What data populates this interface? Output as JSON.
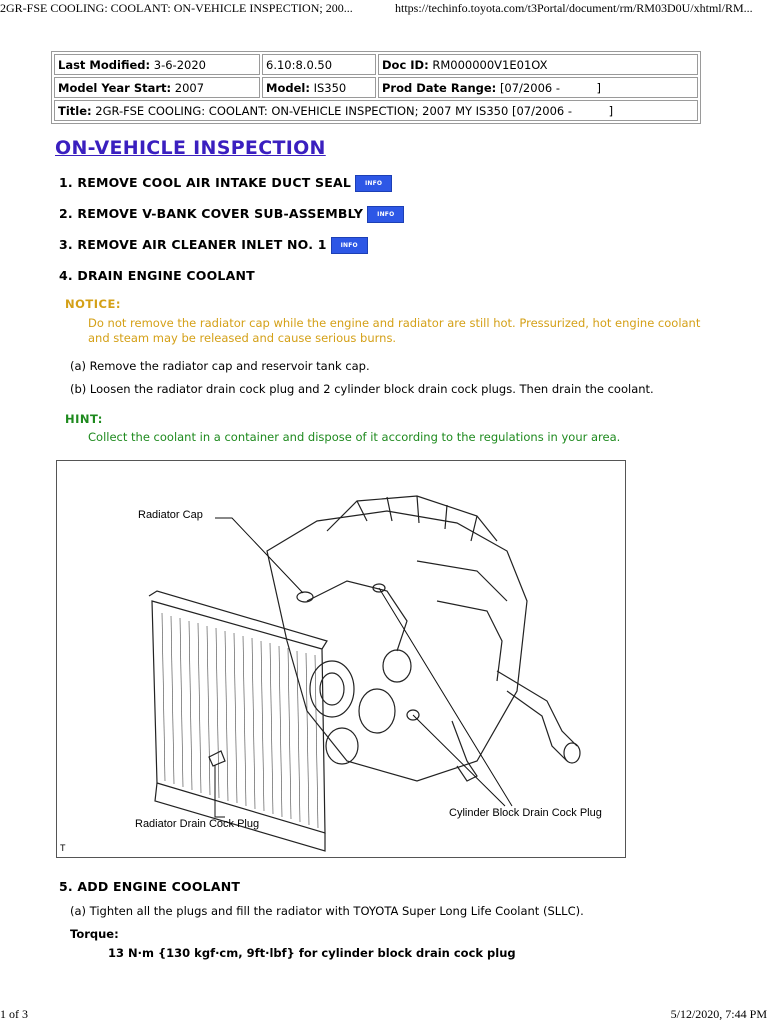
{
  "browser": {
    "header_title": "2GR-FSE COOLING: COOLANT: ON-VEHICLE INSPECTION; 200...",
    "header_url": "https://techinfo.toyota.com/t3Portal/document/rm/RM03D0U/xhtml/RM...",
    "footer_page": "1 of 3",
    "footer_datetime": "5/12/2020, 7:44 PM"
  },
  "meta": {
    "last_modified_label": "Last Modified:",
    "last_modified_value": "3-6-2020",
    "version": "6.10:8.0.50",
    "doc_id_label": "Doc ID:",
    "doc_id_value": "RM000000V1E01OX",
    "model_year_label": "Model Year Start:",
    "model_year_value": "2007",
    "model_label": "Model:",
    "model_value": "IS350",
    "prod_date_label": "Prod Date Range:",
    "prod_date_value": "[07/2006 -          ]",
    "title_label": "Title:",
    "title_value": "2GR-FSE COOLING: COOLANT: ON-VEHICLE INSPECTION; 2007 MY IS350 [07/2006 -          ]"
  },
  "page_title": "ON-VEHICLE INSPECTION",
  "info_label": "INFO",
  "steps": {
    "s1": "1. REMOVE COOL AIR INTAKE DUCT SEAL",
    "s2": "2. REMOVE V-BANK COVER SUB-ASSEMBLY",
    "s3": "3. REMOVE AIR CLEANER INLET NO. 1",
    "s4": "4. DRAIN ENGINE COOLANT",
    "s5": "5. ADD ENGINE COOLANT"
  },
  "notice": {
    "heading": "NOTICE:",
    "line1": "Do not remove the radiator cap while the engine and radiator are still hot. Pressurized, hot engine coolant",
    "line2": "and steam may be released and cause serious burns."
  },
  "substeps": {
    "a4": "(a) Remove the radiator cap and reservoir tank cap.",
    "b4": "(b) Loosen the radiator drain cock plug and 2 cylinder block drain cock plugs. Then drain the coolant.",
    "a5": "(a) Tighten all the plugs and fill the radiator with TOYOTA Super Long Life Coolant (SLLC)."
  },
  "hint": {
    "heading": "HINT:",
    "body": "Collect the coolant in a container and dispose of it according to the regulations in your area."
  },
  "figure": {
    "label_radiator_cap": "Radiator Cap",
    "label_drain_cock": "Radiator Drain Cock Plug",
    "label_cyl_block": "Cylinder Block Drain Cock Plug",
    "corner_mark": "T"
  },
  "torque": {
    "heading": "Torque:",
    "value": "13 N·m {130 kgf·cm, 9ft·lbf} for cylinder block drain cock plug"
  },
  "colors": {
    "title": "#3a1fbf",
    "notice": "#d4a017",
    "hint": "#1e8a1e",
    "info_button": "#2d57e6"
  }
}
